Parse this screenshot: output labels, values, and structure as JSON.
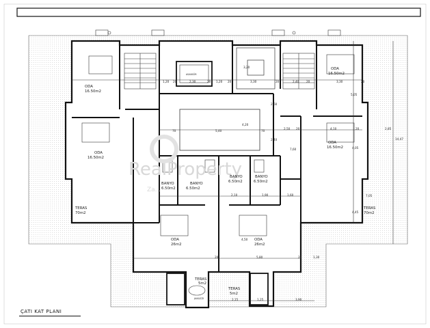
{
  "plan_title": "ÇATI KAT PLANI",
  "watermark": {
    "brand": "RealProperty",
    "tagline": "Za..."
  },
  "rooms": {
    "oda_nw": {
      "name": "ODA",
      "area": "16.50m2"
    },
    "oda_w": {
      "name": "ODA",
      "area": "16.50m2"
    },
    "oda_ne": {
      "name": "ODA",
      "area": "16.50m2"
    },
    "oda_e": {
      "name": "ODA",
      "area": "16.50m2"
    },
    "oda_sw": {
      "name": "ODA",
      "area": "26m2"
    },
    "oda_se": {
      "name": "ODA",
      "area": "26m2"
    },
    "banyo_1": {
      "name": "BANYO",
      "area": "6.50m2"
    },
    "banyo_2": {
      "name": "BANYO",
      "area": "6.50m2"
    },
    "banyo_3": {
      "name": "BANYO",
      "area": "6.50m2"
    },
    "banyo_4": {
      "name": "BANYO",
      "area": "6.50m2"
    },
    "teras_w": {
      "name": "TERAS",
      "area": "70m2"
    },
    "teras_e": {
      "name": "TERAS",
      "area": "70m2"
    },
    "teras_s1": {
      "name": "TERAS",
      "area": "5m2"
    },
    "teras_s2": {
      "name": "TERAS",
      "area": "5m2"
    },
    "asansor": {
      "name": "ASANSÖR"
    },
    "jakuzi": {
      "name": "JAKUZZI"
    }
  },
  "dimensions": {
    "d1": "1,20",
    "d2": "20",
    "d3": "2,30",
    "d4": "20",
    "d5": "1,20",
    "d6": "20",
    "d7": "3,30",
    "d8": "20",
    "d9": "2,40",
    "d10": "20",
    "d11": "3,30",
    "d12": "20",
    "d13": "5,40",
    "d14": "4,20",
    "d15": "70",
    "d16": "2,50",
    "d17": "20",
    "d18": "4,10",
    "d19": "20",
    "d20": "2,85",
    "d21": "2,10",
    "d22": "1,90",
    "d23": "1,60",
    "d24": "4,50",
    "d25": "5,80",
    "d26": "1,30",
    "d27": "2,15",
    "d28": "1,25",
    "d29": "3,90",
    "d30": "7,60",
    "d31": "5,05",
    "d32": "4,05",
    "d33": "14,47",
    "d34": "7,05",
    "d35": "4,45",
    "d36": "3,20",
    "d37": "2,60",
    "d38": "2,40",
    "d39": "20",
    "d40": "20"
  }
}
